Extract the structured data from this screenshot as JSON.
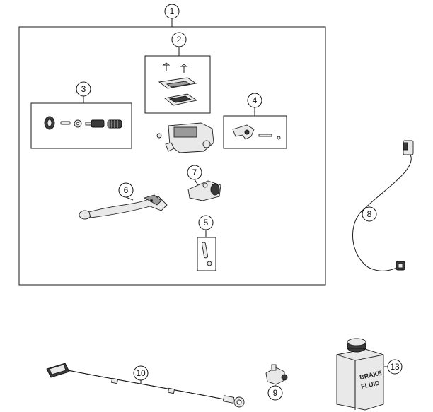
{
  "callouts": [
    {
      "id": "c1",
      "label": "1"
    },
    {
      "id": "c2",
      "label": "2"
    },
    {
      "id": "c3",
      "label": "3"
    },
    {
      "id": "c4",
      "label": "4"
    },
    {
      "id": "c5",
      "label": "5"
    },
    {
      "id": "c6",
      "label": "6"
    },
    {
      "id": "c7",
      "label": "7"
    },
    {
      "id": "c8",
      "label": "8"
    },
    {
      "id": "c9",
      "label": "9"
    },
    {
      "id": "c10",
      "label": "10"
    },
    {
      "id": "c13",
      "label": "13"
    }
  ],
  "can_label": {
    "line1": "BRAKE",
    "line2": "FLUID"
  },
  "colors": {
    "line": "#1a1a1a",
    "part_fill": "#e9e9e9",
    "part_dark": "#3a3a3a",
    "background": "#ffffff"
  }
}
